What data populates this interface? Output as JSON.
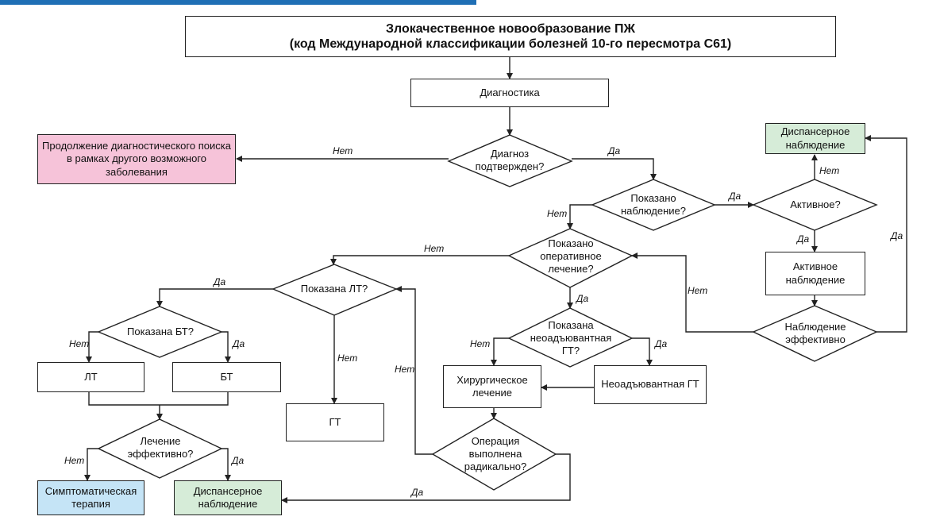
{
  "colors": {
    "header_bar": "#1f6fb5",
    "pink": "#f6c3d9",
    "green": "#d6ecd8",
    "blue": "#c5e4f6",
    "line": "#222222"
  },
  "nodes": {
    "title": "Злокачественное новообразование ПЖ\n(код Международной классификации болезней 10-го пересмотра С61)",
    "diagnostics": "Диагностика",
    "diagnosis_confirmed": "Диагноз\nподтвержден?",
    "continue_search": "Продолжение диагностического поиска\nв рамках другого возможного\nзаболевания",
    "observation_indicated": "Показано\nнаблюдение?",
    "active_q": "Активное?",
    "dispensary_top": "Диспансерное\nнаблюдение",
    "active_observation": "Активное\nнаблюдение",
    "observation_effective": "Наблюдение\nэффективно",
    "surgery_indicated": "Показано\nоперативное\nлечение?",
    "neoadjuvant_indicated": "Показана\nнеоадъювантная\nГТ?",
    "surgery": "Хирургическое\nлечение",
    "neoadjuvant_gt": "Неоадъювантная ГТ",
    "operation_radical": "Операция\nвыполнена\nрадикально?",
    "lt_indicated": "Показана ЛТ?",
    "bt_indicated": "Показана БТ?",
    "lt": "ЛТ",
    "bt": "БТ",
    "gt": "ГТ",
    "treatment_effective": "Лечение\nэффективно?",
    "symptomatic": "Симптоматическая\nтерапия",
    "dispensary_bottom": "Диспансерное\nнаблюдение"
  },
  "labels": {
    "yes": "Да",
    "no": "Нет"
  }
}
